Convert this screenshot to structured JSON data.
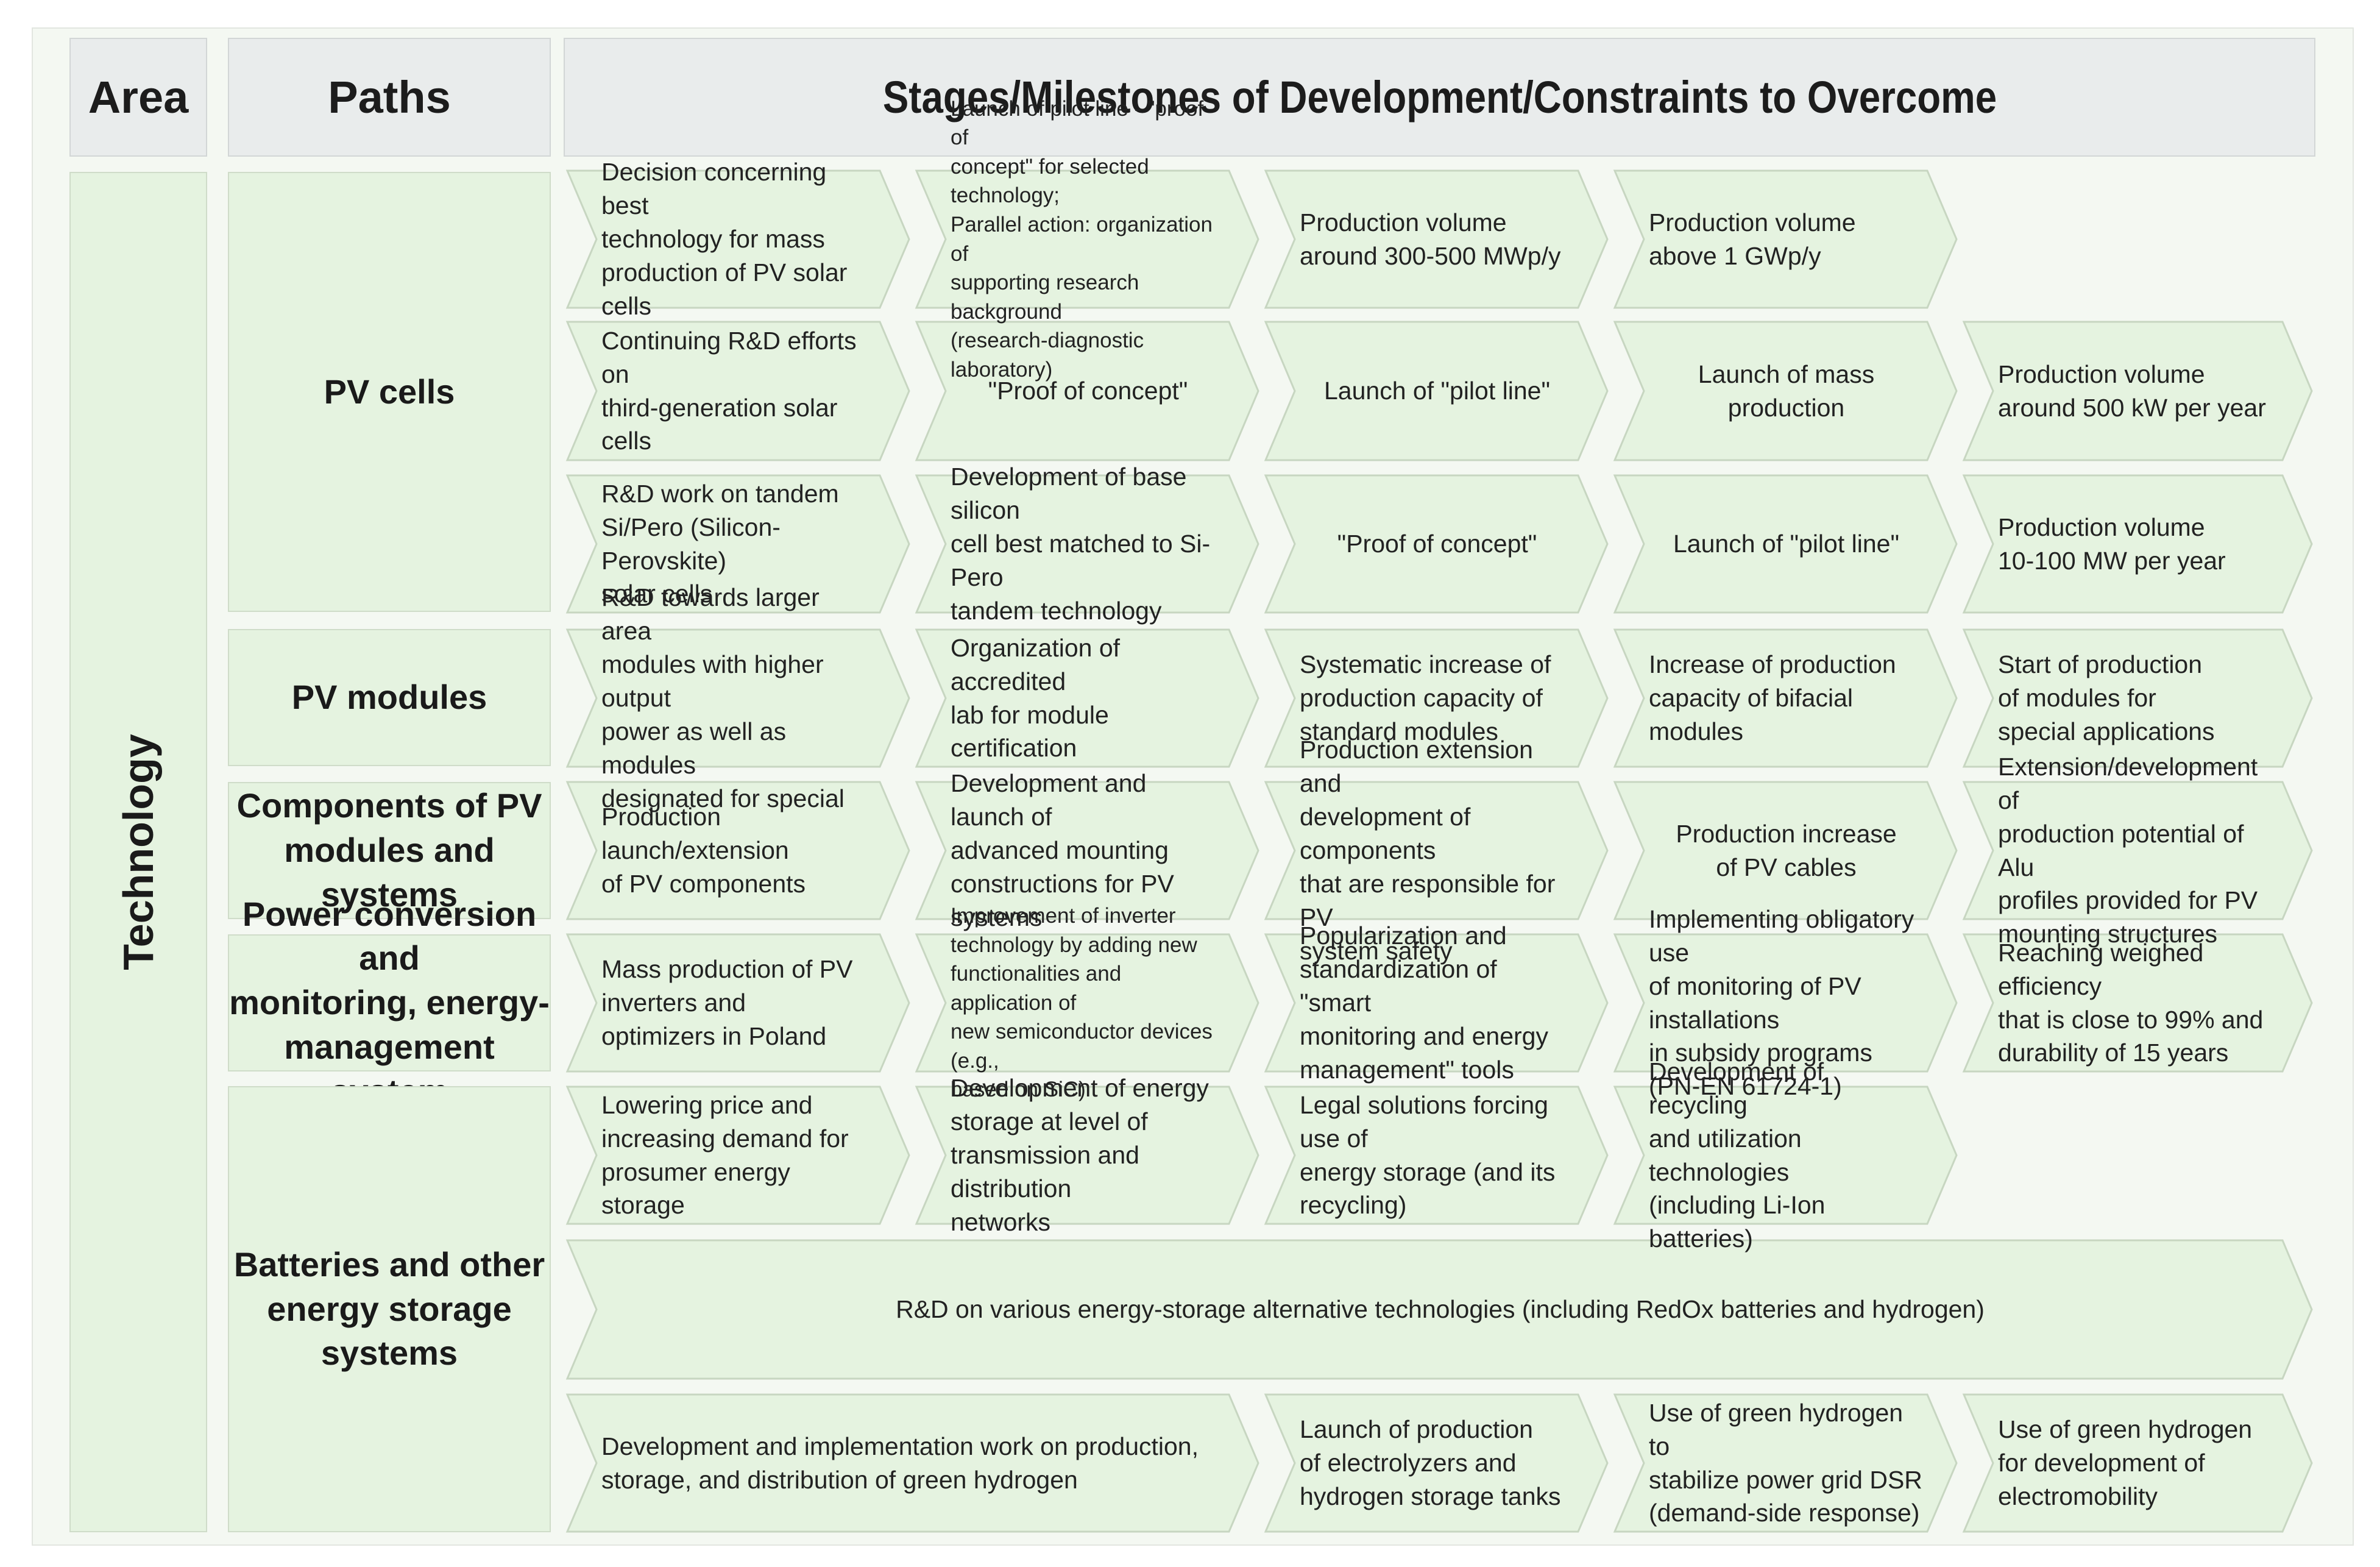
{
  "header": {
    "area": "Area",
    "paths": "Paths",
    "stages": "Stages/Milestones of Development/Constraints to Overcome"
  },
  "area": {
    "label": "Technology"
  },
  "paths": [
    "PV cells",
    "PV modules",
    "Components of PV\nmodules and systems",
    "Power conversion and\nmonitoring, energy-\nmanagement system",
    "Batteries and other\nenergy storage\nsystems"
  ],
  "rows": [
    [
      "Decision concerning best\ntechnology for mass\nproduction of PV solar cells",
      "Launch of pilot line  - \"proof of\nconcept\" for selected technology;\nParallel action: organization of\nsupporting research   background\n(research-diagnostic laboratory)",
      "Production volume\naround 300-500 MWp/y",
      "Production volume\nabove 1 GWp/y"
    ],
    [
      "Continuing R&D efforts on\nthird-generation solar cells",
      "\"Proof of concept\"",
      "Launch of \"pilot line\"",
      "Launch of mass production",
      "Production volume\naround 500 kW per year"
    ],
    [
      "R&D work on tandem\nSi/Pero (Silicon-Perovskite)\nsolar cells",
      "Development of base silicon\ncell best matched to Si-Pero\ntandem technology",
      "\"Proof of concept\"",
      "Launch of \"pilot line\"",
      "Production volume\n10-100 MW per year"
    ],
    [
      "R&D towards larger area\nmodules with higher output\npower as well as modules\ndesignated for special",
      "Organization of accredited\nlab for module certification",
      "Systematic increase of\nproduction capacity of\nstandard modules",
      "Increase of production\ncapacity of bifacial modules",
      "Start of production\nof modules for\nspecial applications"
    ],
    [
      "Production launch/extension\nof PV components",
      "Development and launch of\nadvanced mounting\nconstructions for PV systems",
      "Production extension and\ndevelopment of components\nthat are responsible for PV\nsystem safety",
      "Production increase\nof PV cables",
      "Extension/development of\nproduction potential of Alu\nprofiles provided for PV\nmounting structures"
    ],
    [
      "Mass production of PV\ninverters and\noptimizers in Poland",
      "Improvement of inverter\ntechnology by adding new\nfunctionalities and application of\nnew semiconductor devices (e.g.,\nbased on SiC)",
      "Popularization and\nstandardization of \"smart\nmonitoring and energy\nmanagement\" tools",
      "Implementing obligatory use\nof monitoring of PV installations\nin subsidy programs\n(PN-EN 61724-1)",
      "Reaching weighed efficiency\nthat is close to 99% and\ndurability of 15 years"
    ],
    [
      "Lowering price and\nincreasing demand for\nprosumer energy storage",
      "Development of energy\nstorage at level of\ntransmission and distribution\nnetworks",
      "Legal solutions forcing use of\nenergy storage (and its\nrecycling)",
      "Development of recycling\nand utilization technologies\n(including Li-Ion batteries)"
    ],
    [
      "R&D on various energy-storage alternative technologies (including RedOx batteries and hydrogen)"
    ],
    [
      "Development and implementation work on production,\nstorage, and distribution of green hydrogen",
      "Launch of production\nof electrolyzers and\nhydrogen storage tanks",
      "Use of green hydrogen to\nstabilize power grid DSR\n(demand-side response)",
      "Use of green hydrogen\nfor development of\nelectromobility"
    ]
  ],
  "colors": {
    "chevron_fill": "#e5f3e0",
    "chevron_stroke": "#c7d6c1",
    "header_fill": "#e9ecec",
    "background": "#f4f8f2"
  }
}
